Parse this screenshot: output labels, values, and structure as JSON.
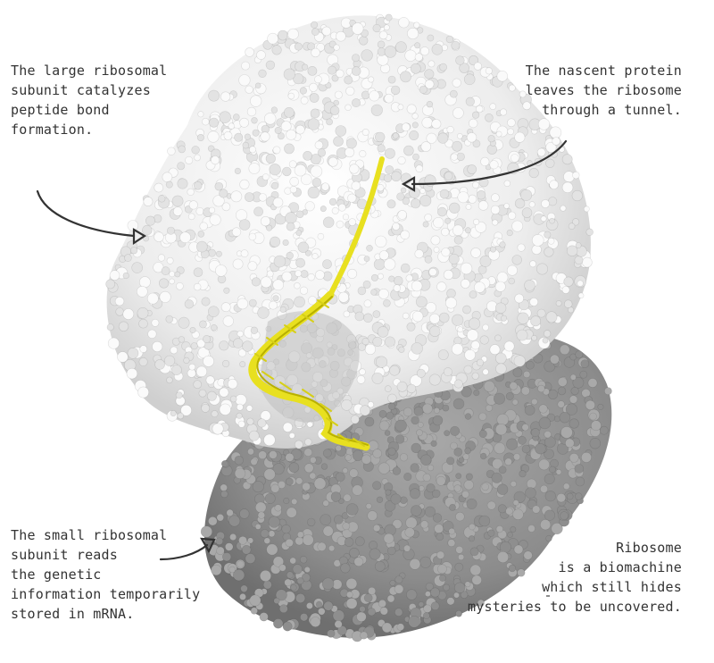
{
  "annotations": {
    "large_subunit": "The large ribosomal\nsubunit catalyzes\npeptide bond\nformation.",
    "nascent_protein": "The nascent protein\nleaves the ribosome\nthrough a tunnel.",
    "small_subunit": "The small ribosomal\nsubunit reads\nthe genetic\ninformation temporarily\nstored in mRNA.",
    "ribosome": "Ribosome\nis a biomachine\nwhich still hides\nmysteries to be uncovered."
  },
  "colors": {
    "large_subunit": "#e8e8e8",
    "small_subunit": "#8a8a8a",
    "trna_helix": "#e8e020",
    "text": "#333333",
    "arrow": "#333333"
  }
}
